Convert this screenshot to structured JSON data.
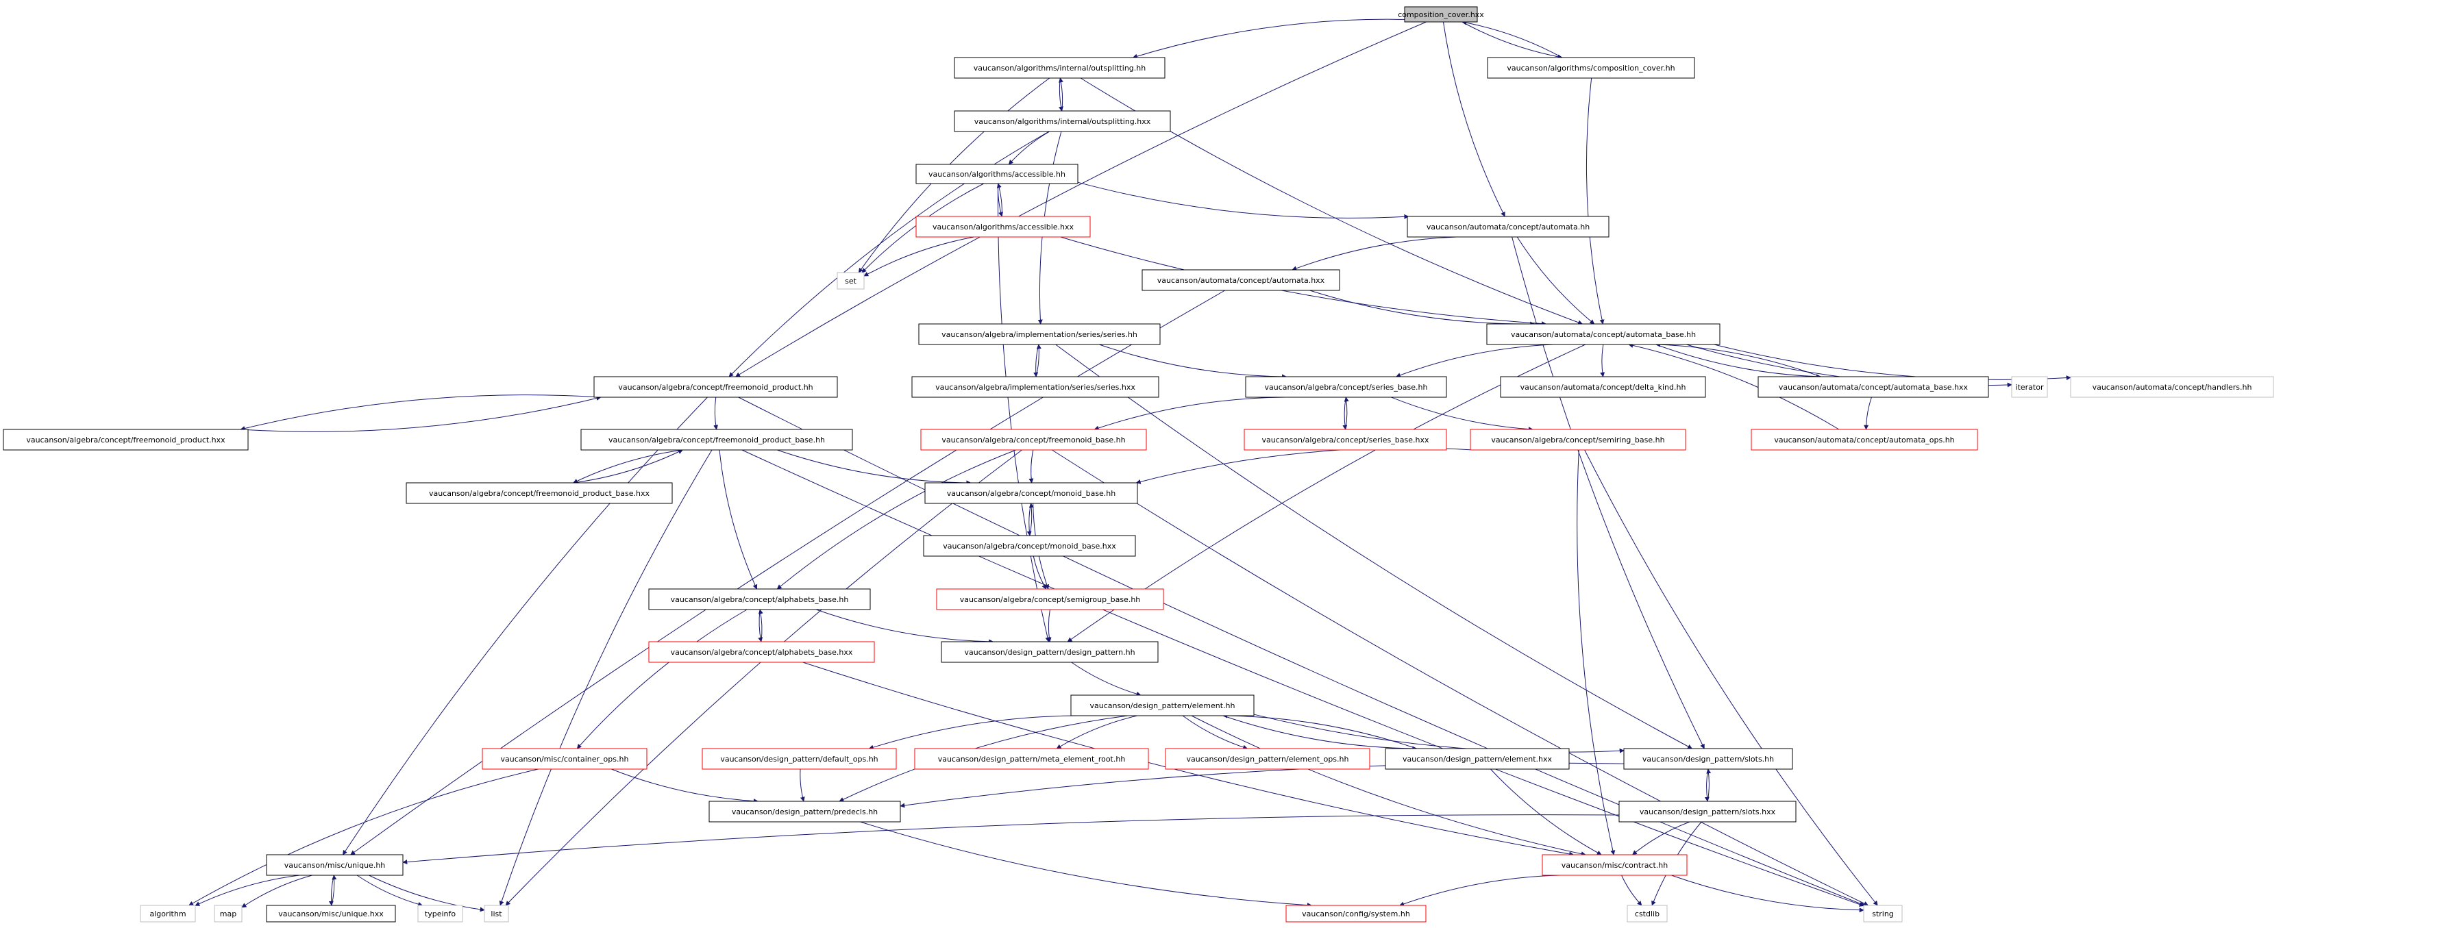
{
  "graph_style": {
    "edge_color": "#191970",
    "border_normal": "#000000",
    "border_missing": "#ff0000",
    "border_external": "#bfbfbf",
    "root_fill": "#bfbfbf"
  },
  "nodes": [
    {
      "id": "root",
      "label": "composition_cover.hxx",
      "kind": "root"
    },
    {
      "id": "outsplitting_hh",
      "label": "vaucanson/algorithms/internal/outsplitting.hh",
      "kind": "normal"
    },
    {
      "id": "composition_cover_hh",
      "label": "vaucanson/algorithms/composition_cover.hh",
      "kind": "normal"
    },
    {
      "id": "outsplitting_hxx",
      "label": "vaucanson/algorithms/internal/outsplitting.hxx",
      "kind": "normal"
    },
    {
      "id": "accessible_hh",
      "label": "vaucanson/algorithms/accessible.hh",
      "kind": "normal"
    },
    {
      "id": "accessible_hxx",
      "label": "vaucanson/algorithms/accessible.hxx",
      "kind": "missing"
    },
    {
      "id": "automata_hh",
      "label": "vaucanson/automata/concept/automata.hh",
      "kind": "normal"
    },
    {
      "id": "set",
      "label": "set",
      "kind": "external"
    },
    {
      "id": "automata_hxx",
      "label": "vaucanson/automata/concept/automata.hxx",
      "kind": "normal"
    },
    {
      "id": "series_hh",
      "label": "vaucanson/algebra/implementation/series/series.hh",
      "kind": "normal"
    },
    {
      "id": "automata_base_hh",
      "label": "vaucanson/automata/concept/automata_base.hh",
      "kind": "normal"
    },
    {
      "id": "freemonoid_product_hh",
      "label": "vaucanson/algebra/concept/freemonoid_product.hh",
      "kind": "normal"
    },
    {
      "id": "series_hxx",
      "label": "vaucanson/algebra/implementation/series/series.hxx",
      "kind": "normal"
    },
    {
      "id": "series_base_hh",
      "label": "vaucanson/algebra/concept/series_base.hh",
      "kind": "normal"
    },
    {
      "id": "delta_kind_hh",
      "label": "vaucanson/automata/concept/delta_kind.hh",
      "kind": "normal"
    },
    {
      "id": "automata_base_hxx",
      "label": "vaucanson/automata/concept/automata_base.hxx",
      "kind": "normal"
    },
    {
      "id": "iterator",
      "label": "iterator",
      "kind": "external"
    },
    {
      "id": "handlers_hh",
      "label": "vaucanson/automata/concept/handlers.hh",
      "kind": "external"
    },
    {
      "id": "freemonoid_product_hxx",
      "label": "vaucanson/algebra/concept/freemonoid_product.hxx",
      "kind": "normal"
    },
    {
      "id": "freemonoid_product_base_hh",
      "label": "vaucanson/algebra/concept/freemonoid_product_base.hh",
      "kind": "normal"
    },
    {
      "id": "freemonoid_base_hh",
      "label": "vaucanson/algebra/concept/freemonoid_base.hh",
      "kind": "missing"
    },
    {
      "id": "series_base_hxx",
      "label": "vaucanson/algebra/concept/series_base.hxx",
      "kind": "missing"
    },
    {
      "id": "semiring_base_hh",
      "label": "vaucanson/algebra/concept/semiring_base.hh",
      "kind": "missing"
    },
    {
      "id": "automata_ops_hh",
      "label": "vaucanson/automata/concept/automata_ops.hh",
      "kind": "missing"
    },
    {
      "id": "freemonoid_product_base_hxx",
      "label": "vaucanson/algebra/concept/freemonoid_product_base.hxx",
      "kind": "normal"
    },
    {
      "id": "monoid_base_hh",
      "label": "vaucanson/algebra/concept/monoid_base.hh",
      "kind": "normal"
    },
    {
      "id": "monoid_base_hxx",
      "label": "vaucanson/algebra/concept/monoid_base.hxx",
      "kind": "normal"
    },
    {
      "id": "alphabets_base_hh",
      "label": "vaucanson/algebra/concept/alphabets_base.hh",
      "kind": "normal"
    },
    {
      "id": "semigroup_base_hh",
      "label": "vaucanson/algebra/concept/semigroup_base.hh",
      "kind": "missing"
    },
    {
      "id": "alphabets_base_hxx",
      "label": "vaucanson/algebra/concept/alphabets_base.hxx",
      "kind": "missing"
    },
    {
      "id": "design_pattern_hh",
      "label": "vaucanson/design_pattern/design_pattern.hh",
      "kind": "normal"
    },
    {
      "id": "element_hh",
      "label": "vaucanson/design_pattern/element.hh",
      "kind": "normal"
    },
    {
      "id": "container_ops_hh",
      "label": "vaucanson/misc/container_ops.hh",
      "kind": "missing"
    },
    {
      "id": "default_ops_hh",
      "label": "vaucanson/design_pattern/default_ops.hh",
      "kind": "missing"
    },
    {
      "id": "meta_element_root_hh",
      "label": "vaucanson/design_pattern/meta_element_root.hh",
      "kind": "missing"
    },
    {
      "id": "element_ops_hh",
      "label": "vaucanson/design_pattern/element_ops.hh",
      "kind": "missing"
    },
    {
      "id": "element_hxx",
      "label": "vaucanson/design_pattern/element.hxx",
      "kind": "normal"
    },
    {
      "id": "slots_hh",
      "label": "vaucanson/design_pattern/slots.hh",
      "kind": "normal"
    },
    {
      "id": "predecls_hh",
      "label": "vaucanson/design_pattern/predecls.hh",
      "kind": "normal"
    },
    {
      "id": "slots_hxx",
      "label": "vaucanson/design_pattern/slots.hxx",
      "kind": "normal"
    },
    {
      "id": "unique_hh",
      "label": "vaucanson/misc/unique.hh",
      "kind": "normal"
    },
    {
      "id": "contract_hh",
      "label": "vaucanson/misc/contract.hh",
      "kind": "missing"
    },
    {
      "id": "algorithm",
      "label": "algorithm",
      "kind": "external"
    },
    {
      "id": "map",
      "label": "map",
      "kind": "external"
    },
    {
      "id": "unique_hxx",
      "label": "vaucanson/misc/unique.hxx",
      "kind": "normal"
    },
    {
      "id": "typeinfo",
      "label": "typeinfo",
      "kind": "external"
    },
    {
      "id": "list",
      "label": "list",
      "kind": "external"
    },
    {
      "id": "system_hh",
      "label": "vaucanson/config/system.hh",
      "kind": "missing"
    },
    {
      "id": "cstdlib",
      "label": "cstdlib",
      "kind": "external"
    },
    {
      "id": "string",
      "label": "string",
      "kind": "external"
    }
  ]
}
